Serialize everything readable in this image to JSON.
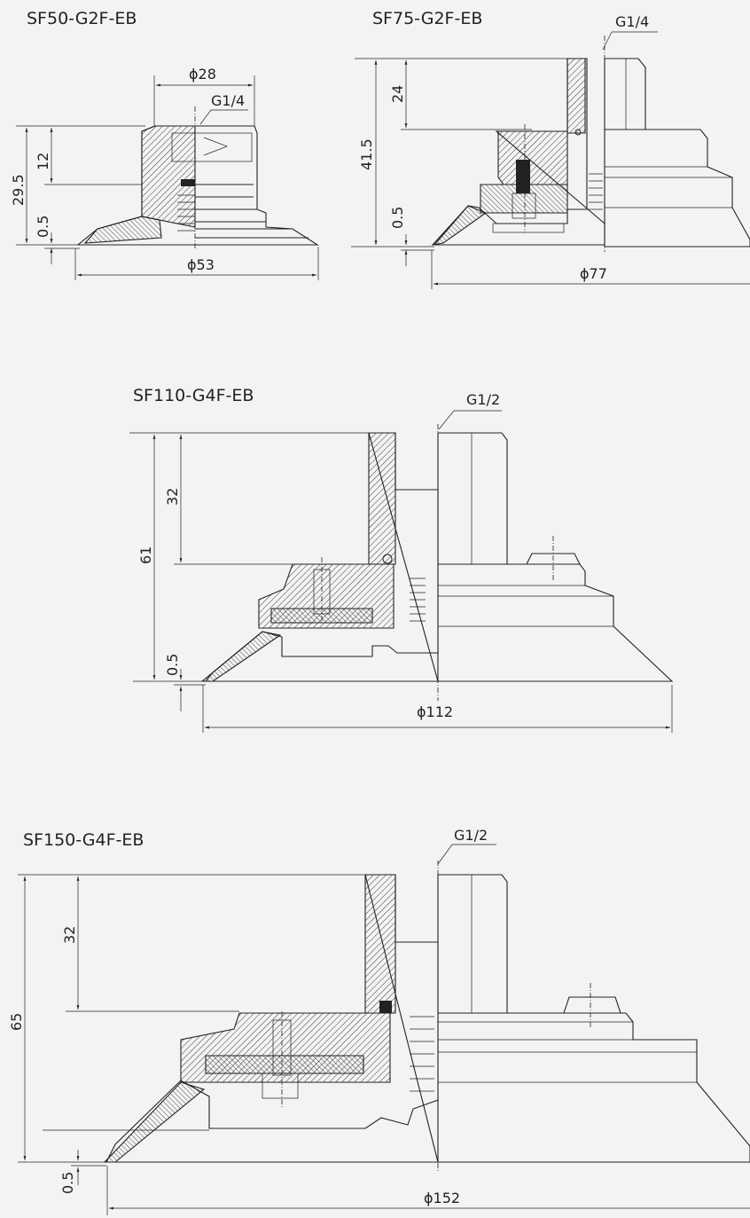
{
  "drawings": [
    {
      "model": "SF50-G2F-EB",
      "thread": "G1/4",
      "diameter_top": "ϕ28",
      "diameter_bottom": "ϕ53",
      "height_total": "29.5",
      "height_upper": "12",
      "gap": "0.5"
    },
    {
      "model": "SF75-G2F-EB",
      "thread": "G1/4",
      "diameter_bottom": "ϕ77",
      "height_total": "41.5",
      "height_upper": "24",
      "gap": "0.5"
    },
    {
      "model": "SF110-G4F-EB",
      "thread": "G1/2",
      "diameter_bottom": "ϕ112",
      "height_total": "61",
      "height_upper": "32",
      "gap": "0.5"
    },
    {
      "model": "SF150-G4F-EB",
      "thread": "G1/2",
      "diameter_bottom": "ϕ152",
      "height_total": "65",
      "height_upper": "32",
      "gap": "0.5"
    }
  ]
}
